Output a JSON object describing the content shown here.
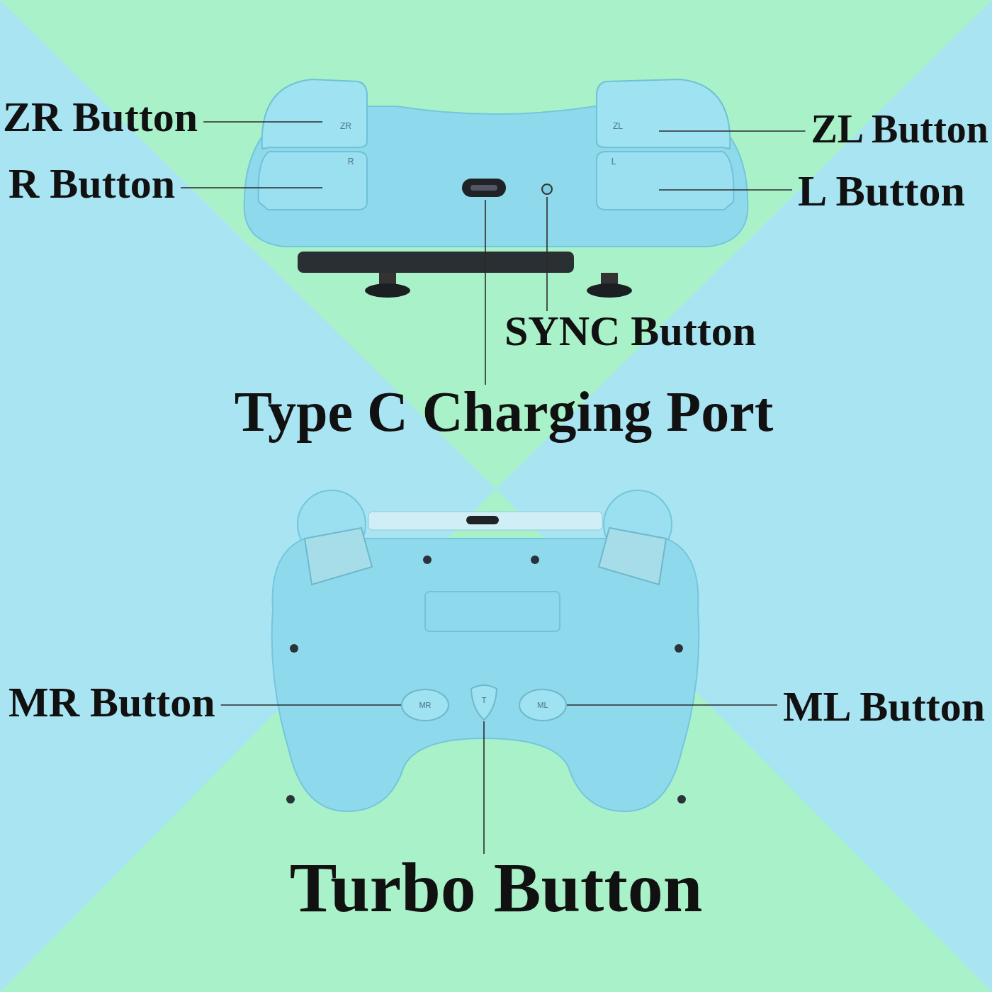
{
  "diagram": {
    "labels": [
      "ZR Button",
      "R Button",
      "ZL Button",
      "L Button",
      "SYNC Button",
      "Type C Charging Port",
      "MR Button",
      "ML Button",
      "Turbo Button",
      "ZR",
      "R",
      "ZL",
      "L",
      "MR",
      "T",
      "ML"
    ]
  }
}
